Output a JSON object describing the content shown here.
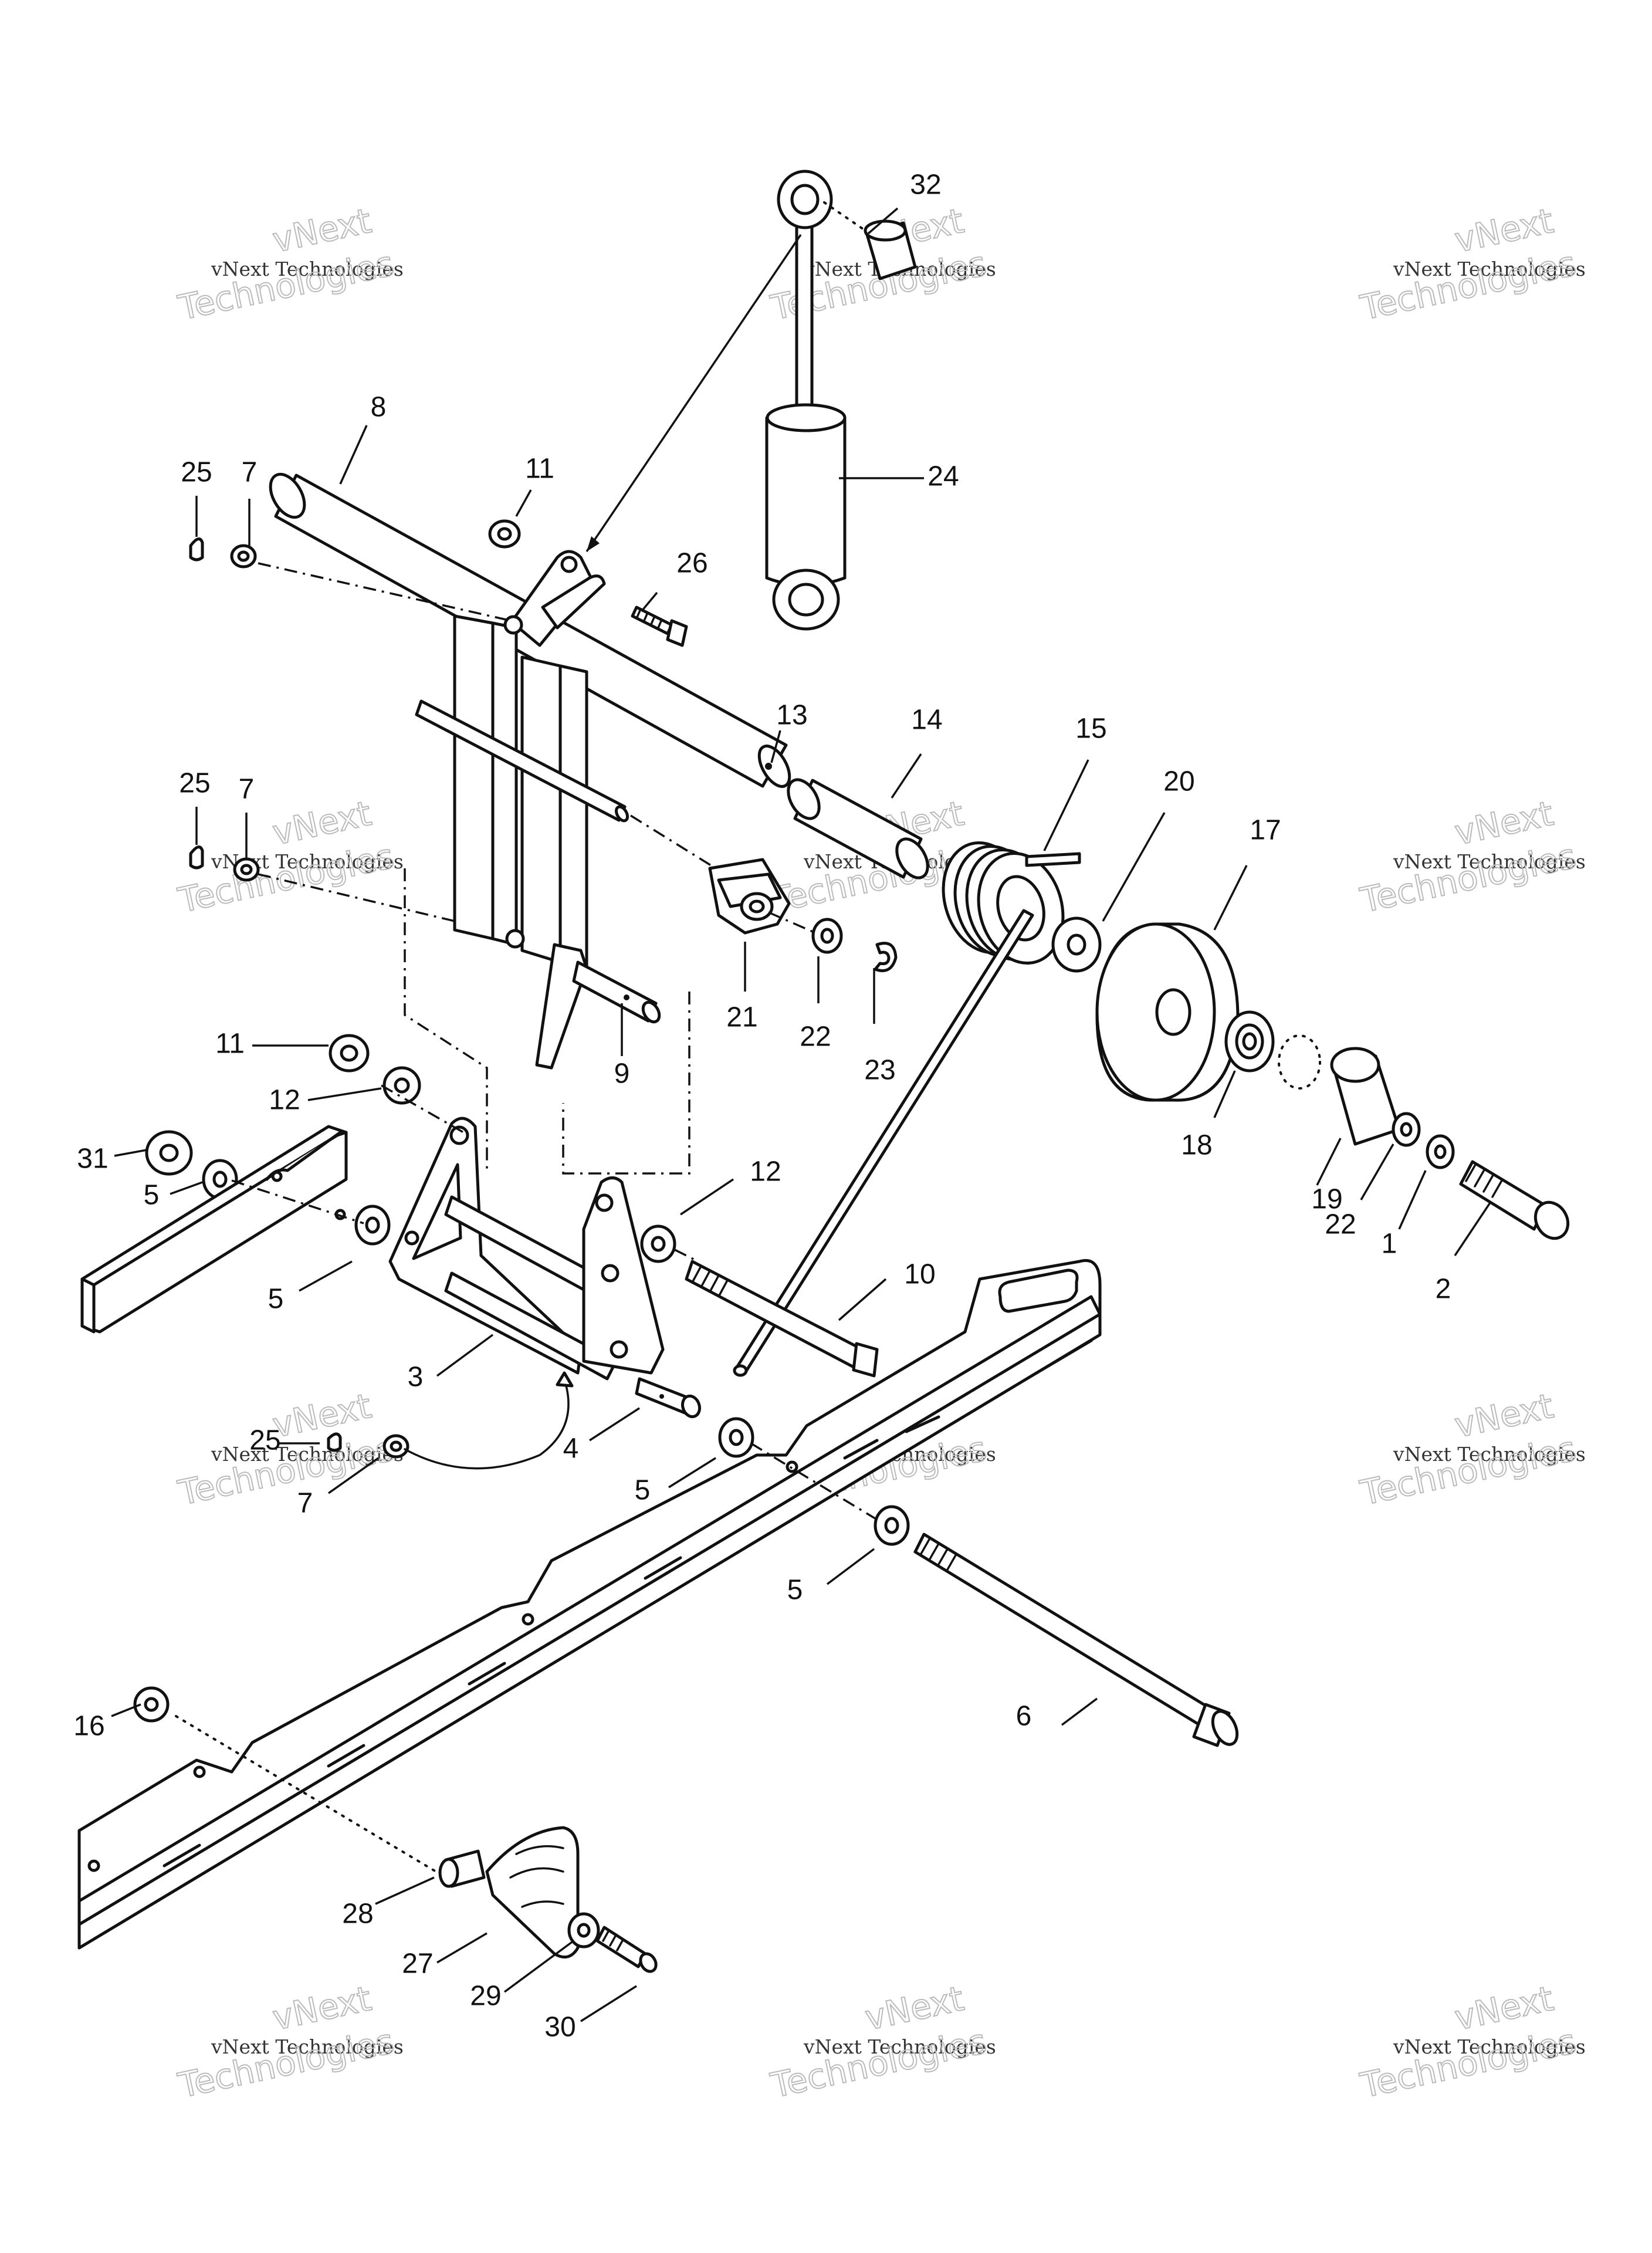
{
  "watermark": {
    "line1": "vNext",
    "line2": "vNext Technologies",
    "line3": "Technologies"
  },
  "labels": {
    "l1": "1",
    "l2": "2",
    "l3": "3",
    "l4": "4",
    "l5a": "5",
    "l5b": "5",
    "l5c": "5",
    "l5d": "5",
    "l6": "6",
    "l7a": "7",
    "l7b": "7",
    "l7c": "7",
    "l8": "8",
    "l9": "9",
    "l10": "10",
    "l11a": "11",
    "l11b": "11",
    "l12a": "12",
    "l12b": "12",
    "l13": "13",
    "l14": "14",
    "l15": "15",
    "l16": "16",
    "l17": "17",
    "l18": "18",
    "l19": "19",
    "l20": "20",
    "l21": "21",
    "l22a": "22",
    "l22b": "22",
    "l23": "23",
    "l24": "24",
    "l25a": "25",
    "l25b": "25",
    "l25c": "25",
    "l26": "26",
    "l27": "27",
    "l28": "28",
    "l29": "29",
    "l30": "30",
    "l31": "31",
    "l32": "32"
  }
}
